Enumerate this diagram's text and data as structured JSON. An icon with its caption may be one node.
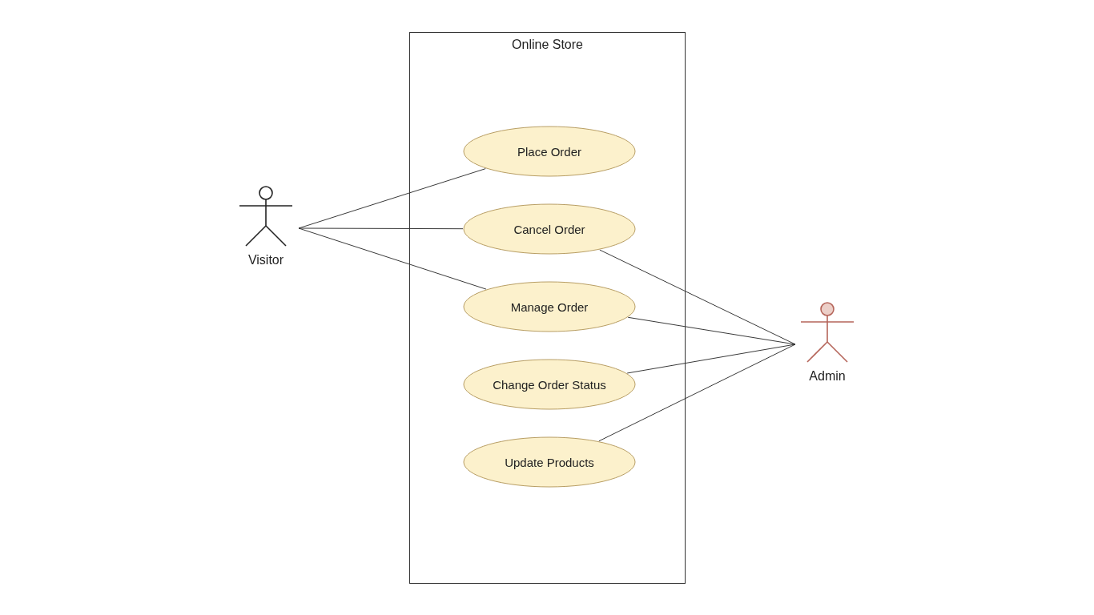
{
  "diagram": {
    "nodes": [
      {
        "text": [
          "Visitor"
        ]
      },
      {
        "text": [
          "Online Store"
        ]
      },
      {
        "text": [
          "Place Order"
        ],
        "in": 1
      },
      {
        "text": [
          "Cancel Order"
        ],
        "in": 1
      },
      {
        "text": [
          "Manage Order"
        ],
        "in": 1
      },
      {
        "text": [
          "Change Order Status"
        ],
        "in": 1
      },
      {
        "text": [
          "Update Products"
        ],
        "in": 1
      },
      {
        "text": [
          "Admin"
        ]
      }
    ],
    "edges": [
      {
        "from": 0,
        "to": 2,
        "arrow": "none"
      },
      {
        "from": 0,
        "to": 3,
        "arrow": "none"
      },
      {
        "from": 0,
        "to": 4,
        "arrow": "none"
      },
      {
        "from": 7,
        "to": 3,
        "arrow": "none"
      },
      {
        "from": 7,
        "to": 4,
        "arrow": "none"
      },
      {
        "from": 7,
        "to": 5,
        "arrow": "none"
      },
      {
        "from": 7,
        "to": 6,
        "arrow": "none"
      }
    ]
  }
}
